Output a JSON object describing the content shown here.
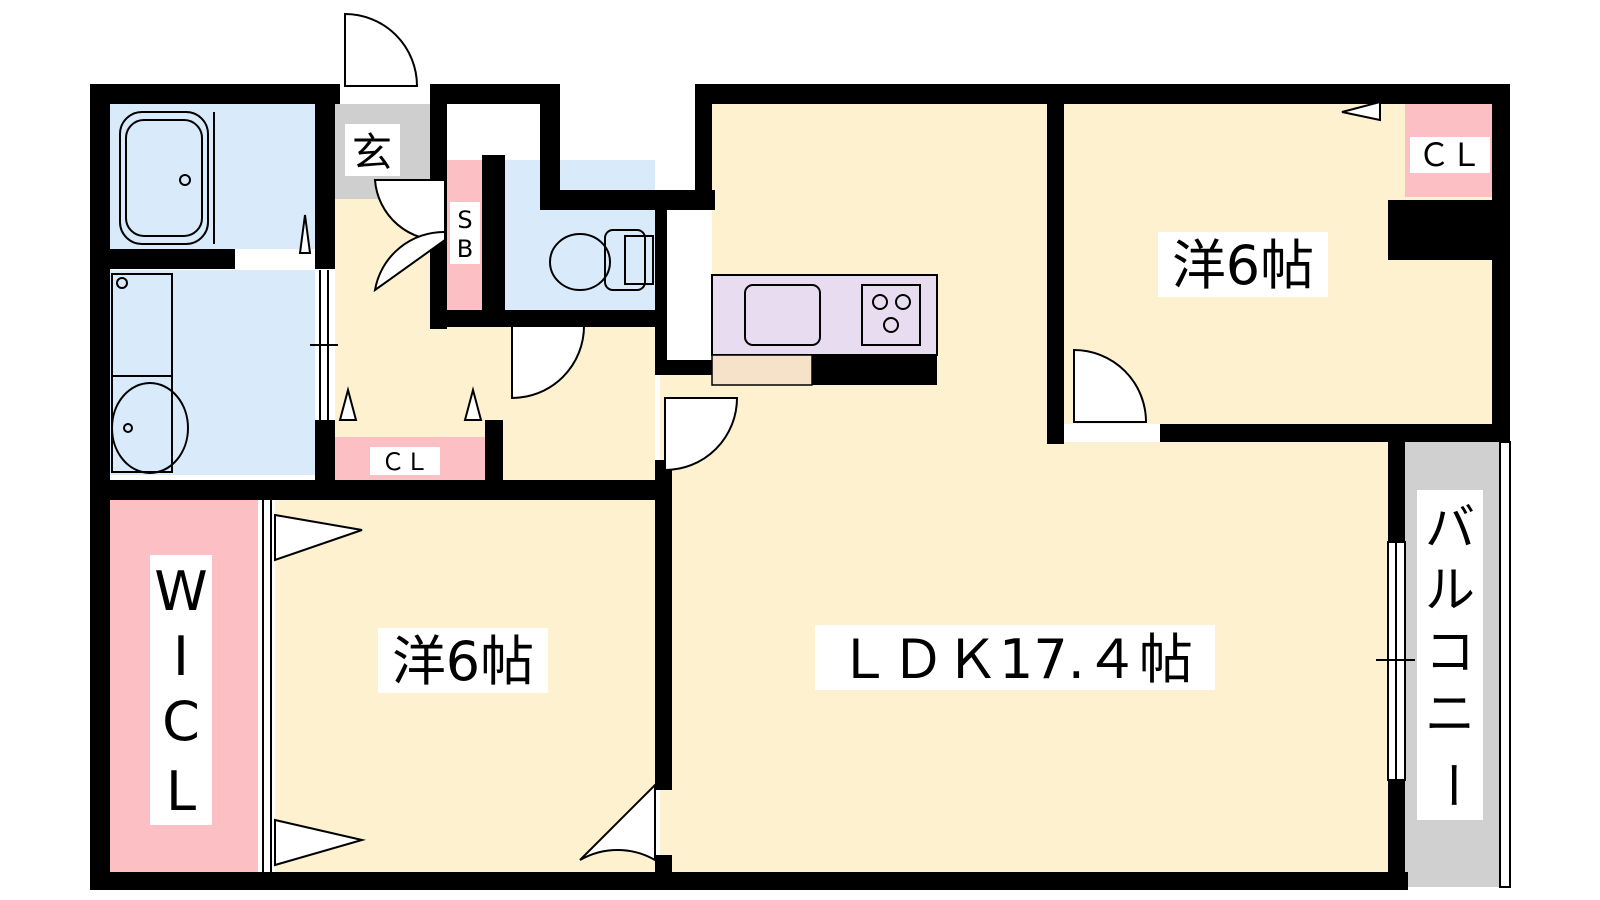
{
  "floorplan": {
    "entrance": {
      "label": "玄"
    },
    "shoe_box": {
      "label_top": "S",
      "label_bottom": "B"
    },
    "hall_closet": {
      "label": "ＣＬ"
    },
    "walk_in_closet": {
      "label_chars": [
        "W",
        "I",
        "C",
        "L"
      ]
    },
    "western_room_west": {
      "label": "洋6帖"
    },
    "ldk": {
      "label": "ＬＤＫ17.４帖"
    },
    "western_room_east": {
      "label": "洋6帖"
    },
    "east_closet": {
      "label": "ＣＬ"
    },
    "balcony": {
      "label_chars": [
        "バ",
        "ル",
        "コ",
        "ニ",
        "ー"
      ]
    }
  },
  "colors": {
    "wall": "#000000",
    "living_floor": "#fdf1d0",
    "wet_area": "#d9eafb",
    "closet": "#fbbfc4",
    "kitchen_counter": "#e8dcf0",
    "entrance_floor": "#cfcfcf",
    "balcony": "#d0d0d0"
  }
}
